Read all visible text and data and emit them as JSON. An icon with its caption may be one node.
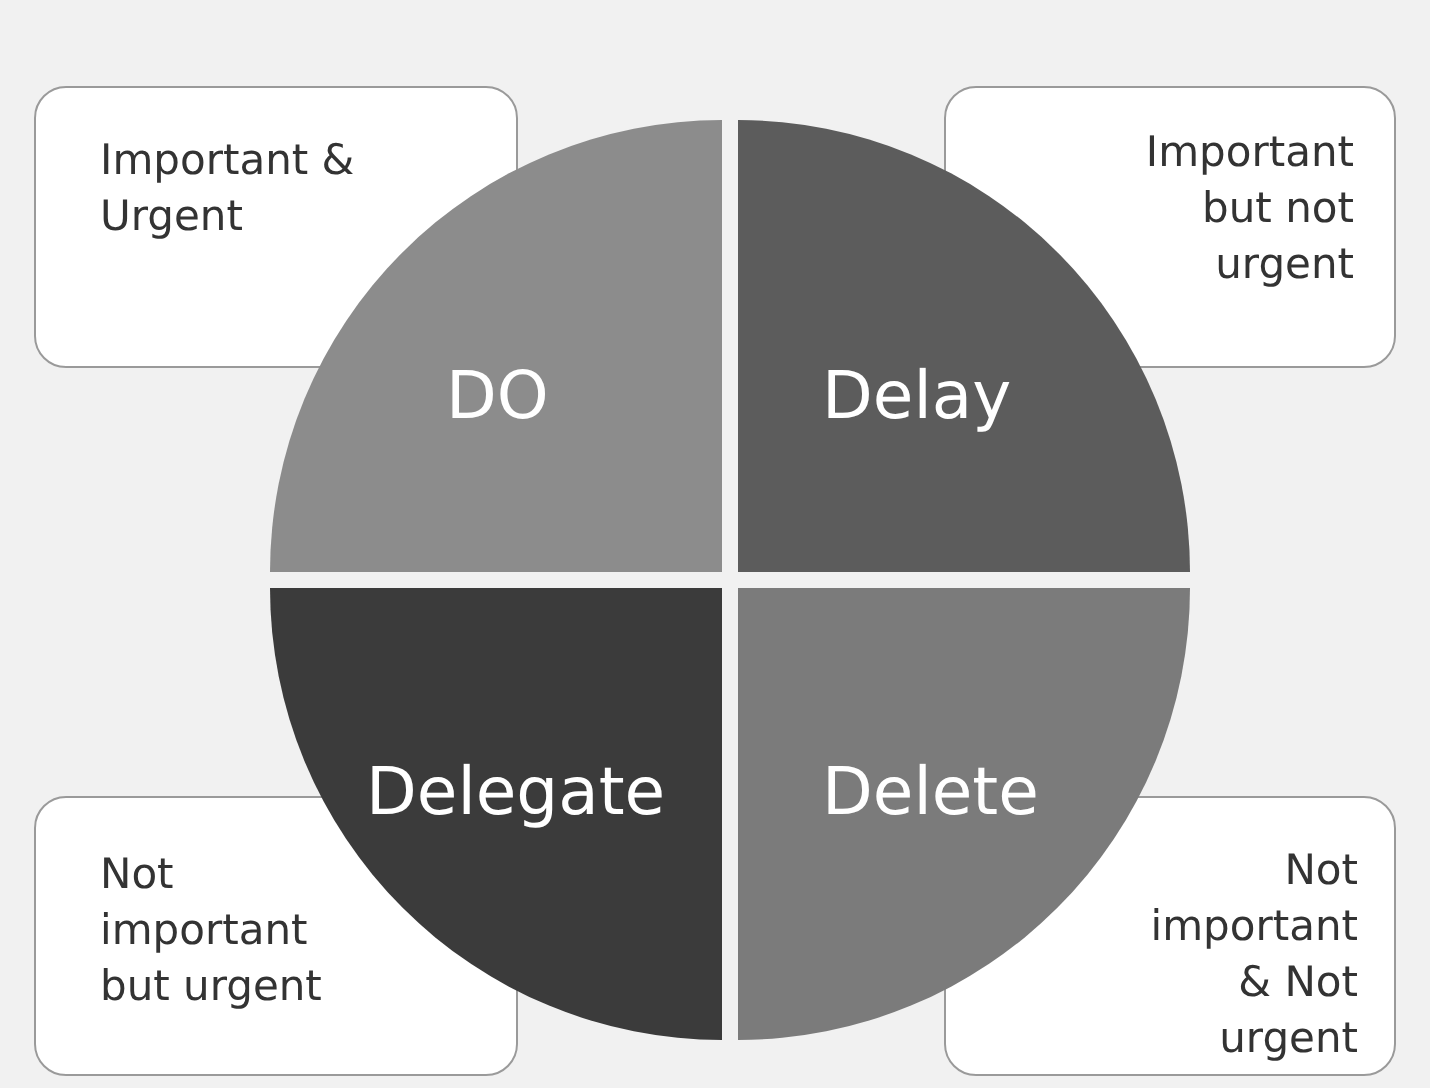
{
  "diagram": {
    "nodes": [
      {
        "text": [
          "Important & Urgent"
        ]
      },
      {
        "text": [
          "Important but not urgent"
        ]
      },
      {
        "text": [
          "DO"
        ]
      },
      {
        "text": [
          "Delay"
        ]
      },
      {
        "text": [
          "Delegate"
        ]
      },
      {
        "text": [
          "Delete"
        ]
      },
      {
        "text": [
          "Not important but urgent"
        ]
      },
      {
        "text": [
          "Not important & Not urgent"
        ]
      }
    ],
    "edges": []
  }
}
